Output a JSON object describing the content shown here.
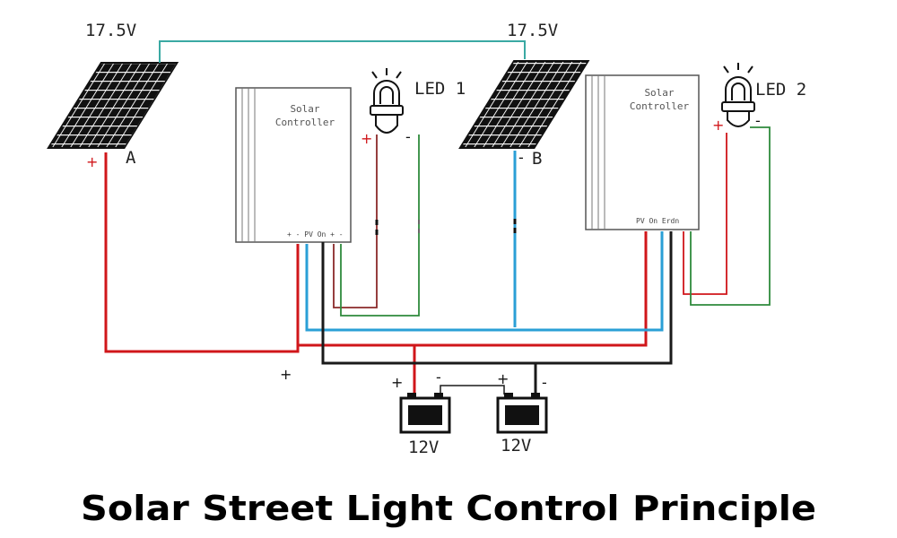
{
  "panel_a": {
    "voltage": "17.5V",
    "label": "A",
    "plus": "+"
  },
  "panel_b": {
    "voltage": "17.5V",
    "label": "B",
    "minus": "-"
  },
  "controller_1": {
    "line1": "Solar",
    "line2": "Controller",
    "pins": "+ - PV On + -"
  },
  "controller_2": {
    "line1": "Solar",
    "line2": "Controller",
    "pins": "PV On Erdn"
  },
  "led_1": {
    "label": "LED 1",
    "plus": "+",
    "minus": "-"
  },
  "led_2": {
    "label": "LED 2",
    "plus": "+",
    "minus": "-"
  },
  "battery_1": {
    "voltage": "12V",
    "plus": "+",
    "minus": "-"
  },
  "battery_2": {
    "voltage": "12V",
    "plus": "+",
    "minus": "-"
  },
  "bus_plus": "+",
  "title": "Solar Street Light Control Principle",
  "colors": {
    "positive": "#d0161a",
    "negative": "#1a1a1a",
    "pv_link": "#3aa9a3",
    "pv_negative": "#2a9fd6",
    "load_negative": "#2f8a3c",
    "load_positive": "#8b2a2a"
  }
}
